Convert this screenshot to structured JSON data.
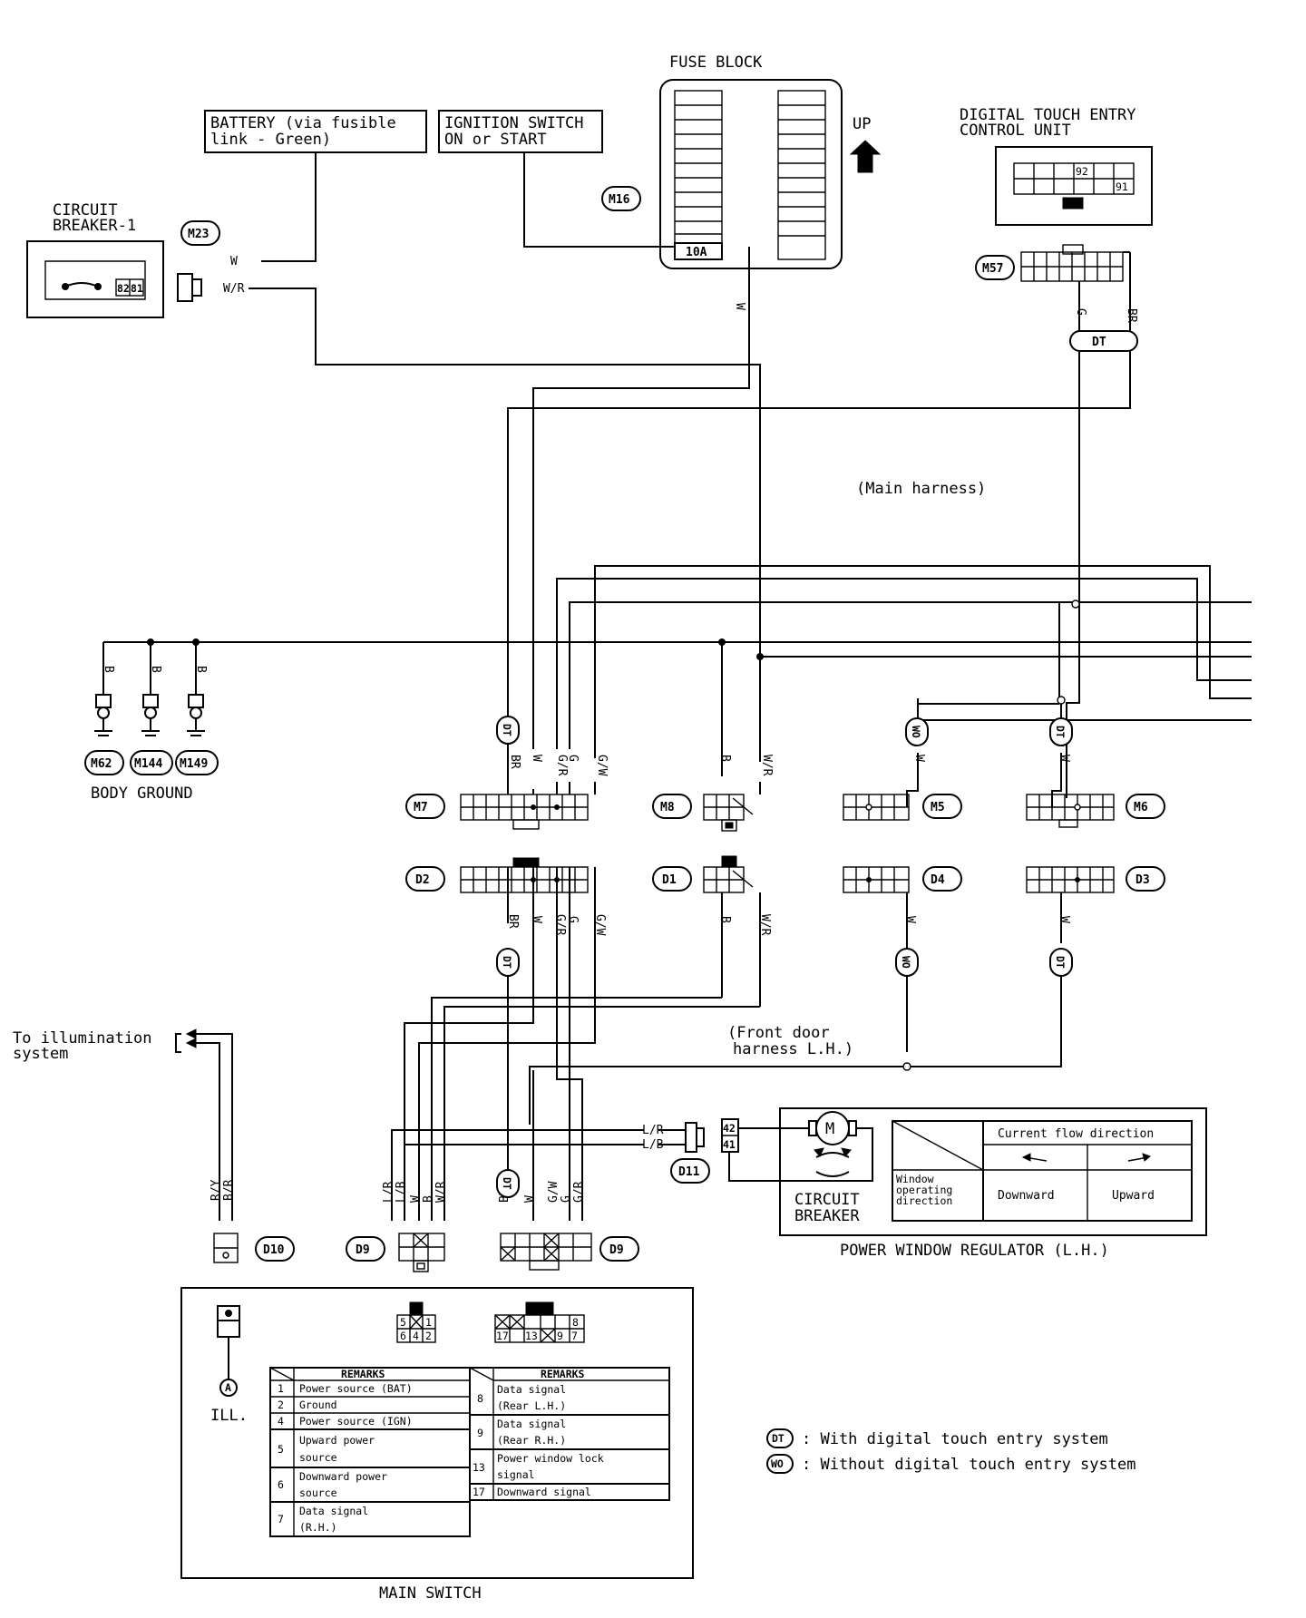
{
  "labels": {
    "fuse_block": "FUSE BLOCK",
    "up": "UP",
    "fuse_10a": "10A",
    "battery_line1": "BATTERY (via fusible",
    "battery_line2": "link - Green)",
    "ign_line1": "IGNITION SWITCH",
    "ign_line2": "ON or START",
    "dtecu_line1": "DIGITAL TOUCH ENTRY",
    "dtecu_line2": "CONTROL UNIT",
    "cb1_line1": "CIRCUIT",
    "cb1_line2": "BREAKER-1",
    "cb1_pin82": "82",
    "cb1_pin81": "81",
    "dtecu_pin92": "92",
    "dtecu_pin91": "91",
    "main_harness": "(Main harness)",
    "front_door_line1": "(Front door",
    "front_door_line2": "harness L.H.)",
    "body_ground": "BODY GROUND",
    "illum_line1": "To illumination",
    "illum_line2": "system",
    "pwr_reg": "POWER WINDOW REGULATOR (L.H.)",
    "cb_line1": "CIRCUIT",
    "cb_line2": "BREAKER",
    "motor_m": "M",
    "pin42": "42",
    "pin41": "41",
    "current_flow": "Current flow direction",
    "win_op_line1": "Window",
    "win_op_line2": "operating",
    "win_op_line3": "direction",
    "downward": "Downward",
    "upward": "Upward",
    "main_switch": "MAIN SWITCH",
    "ill": "ILL.",
    "ill_a": "A",
    "legend_dt_sym": "DT",
    "legend_dt_text": ": With digital touch entry system",
    "legend_wo_sym": "WO",
    "legend_wo_text": ": Without digital touch entry system",
    "dt": "DT",
    "wo": "WO"
  },
  "connectors": {
    "m16": "M16",
    "m23": "M23",
    "m57": "M57",
    "m62": "M62",
    "m144": "M144",
    "m149": "M149",
    "m7": "M7",
    "m8": "M8",
    "m5": "M5",
    "m6": "M6",
    "d2": "D2",
    "d1": "D1",
    "d4": "D4",
    "d3": "D3",
    "d9": "D9",
    "d10": "D10",
    "d11": "D11"
  },
  "wire_colors": {
    "w": "W",
    "wr": "W/R",
    "g": "G",
    "br": "BR",
    "b": "B",
    "gr": "G/R",
    "gw": "G/W",
    "lr": "L/R",
    "lb": "L/B",
    "ry": "R/Y",
    "bredr": "B/R"
  },
  "switch_pins": {
    "p5": "5",
    "p1": "1",
    "p6": "6",
    "p4": "4",
    "p2": "2",
    "p8": "8",
    "p17": "17",
    "p13": "13",
    "p9": "9",
    "p7": "7"
  },
  "remarks_left": {
    "header": "REMARKS",
    "rows": [
      {
        "pin": "1",
        "text": "Power source (BAT)"
      },
      {
        "pin": "2",
        "text": "Ground"
      },
      {
        "pin": "4",
        "text": "Power source (IGN)"
      },
      {
        "pin": "5",
        "text": "Upward power",
        "text2": "source"
      },
      {
        "pin": "6",
        "text": "Downward power",
        "text2": "source"
      },
      {
        "pin": "7",
        "text": "Data signal",
        "text2": "(R.H.)"
      }
    ]
  },
  "remarks_right": {
    "header": "REMARKS",
    "rows": [
      {
        "pin": "8",
        "text": "Data signal",
        "text2": "(Rear L.H.)"
      },
      {
        "pin": "9",
        "text": "Data signal",
        "text2": "(Rear R.H.)"
      },
      {
        "pin": "13",
        "text": "Power window lock",
        "text2": "signal"
      },
      {
        "pin": "17",
        "text": "Downward signal"
      }
    ]
  }
}
